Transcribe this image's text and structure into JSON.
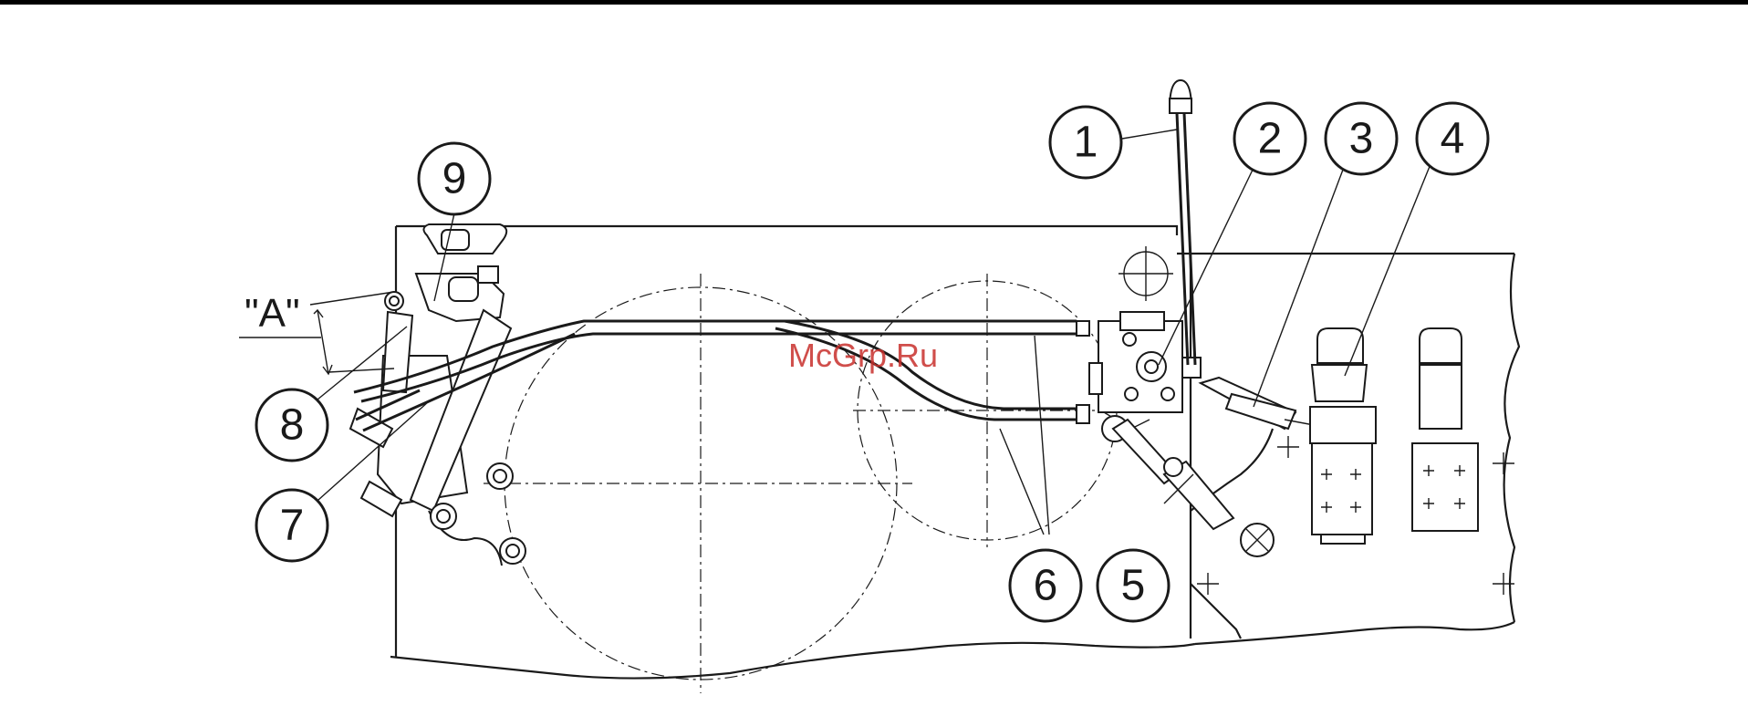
{
  "dimension_label": "\"A\"",
  "watermark": "McGrp.Ru",
  "callouts": [
    {
      "id": "1",
      "label": "1"
    },
    {
      "id": "2",
      "label": "2"
    },
    {
      "id": "3",
      "label": "3"
    },
    {
      "id": "4",
      "label": "4"
    },
    {
      "id": "5",
      "label": "5"
    },
    {
      "id": "6",
      "label": "6"
    },
    {
      "id": "7",
      "label": "7"
    },
    {
      "id": "8",
      "label": "8"
    },
    {
      "id": "9",
      "label": "9"
    }
  ],
  "colors": {
    "line": "#1a1a1a",
    "background": "#ffffff",
    "watermark": "#c8302c"
  }
}
